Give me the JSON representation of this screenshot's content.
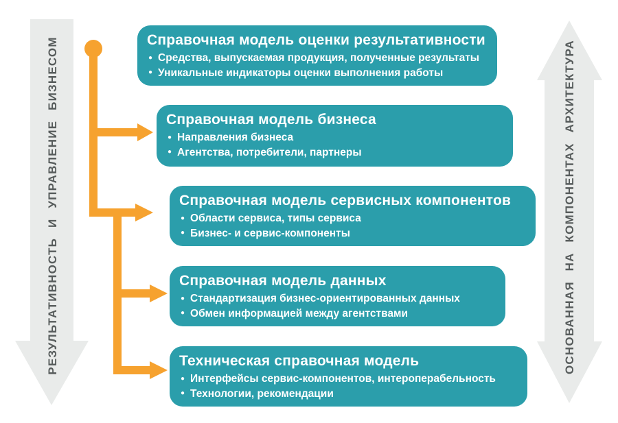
{
  "ui": {
    "bullet_glyph": "●"
  },
  "colors": {
    "teal": "#2B9EAB",
    "orange": "#F6A22F",
    "arrow_gray": "#E9EBEA",
    "arrow_text": "#575C5C",
    "background": "#FFFFFF"
  },
  "left_arrow": {
    "label": "РЕЗУЛЬТАТИВНОСТЬ И УПРАВЛЕНИЕ БИЗНЕСОМ",
    "direction": "down"
  },
  "right_arrow": {
    "label": "ОСНОВАННАЯ НА КОМПОНЕНТАХ АРХИТЕКТУРА",
    "direction": "up-down"
  },
  "boxes": [
    {
      "title": "Справочная модель оценки результативности",
      "bullets": [
        "Средства, выпускаемая продукция, полученные результаты",
        "Уникальные индикаторы оценки выполнения работы"
      ]
    },
    {
      "title": "Справочная модель бизнеса",
      "bullets": [
        "Направления бизнеса",
        "Агентства, потребители, партнеры"
      ]
    },
    {
      "title": "Справочная модель сервисных компонентов",
      "bullets": [
        "Области сервиса, типы сервиса",
        "Бизнес- и сервис-компоненты"
      ]
    },
    {
      "title": "Справочная модель данных",
      "bullets": [
        "Стандартизация бизнес-ориентированных данных",
        "Обмен информацией между агентствами"
      ]
    },
    {
      "title": "Техническая справочная модель",
      "bullets": [
        "Интерфейсы сервис-компонентов, интероперабельность",
        "Технологии, рекомендации"
      ]
    }
  ]
}
